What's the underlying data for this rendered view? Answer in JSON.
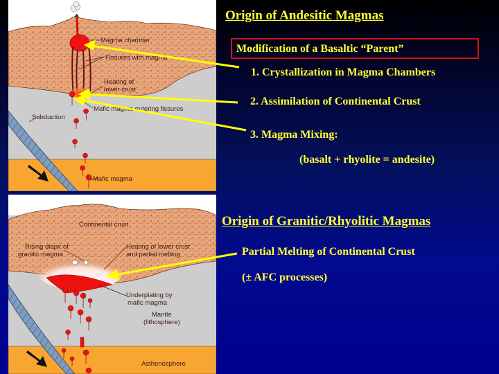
{
  "slide": {
    "background_colors": [
      "#000000",
      "#00008f"
    ],
    "text_color": "#ffff33",
    "box_border_color": "#d0101a"
  },
  "andesitic": {
    "heading": "Origin of Andesitic Magmas",
    "boxed_subtitle": "Modification of a Basaltic “Parent”",
    "items": [
      "1. Crystallization in Magma Chambers",
      "2. Assimilation of Continental Crust",
      "3. Magma Mixing:"
    ],
    "mixing_detail": "(basalt + rhyolite = andesite)"
  },
  "granitic": {
    "heading": "Origin of Granitic/Rhyolitic Magmas",
    "items": [
      "Partial Melting of Continental Crust",
      "(± AFC processes)"
    ]
  },
  "top_diagram": {
    "labels": {
      "magma_chamber": "Magma chamber",
      "fissures": "Fissures with magma",
      "heating_1": "Heating of",
      "heating_2": "lower crust",
      "mafic_entering": "Mafic magma entering fissures",
      "subduction": "Subduction",
      "mafic_magma": "Mafic magma"
    }
  },
  "bottom_diagram": {
    "labels": {
      "continental_crust": "Continental crust",
      "rising_1": "Rising diapir of",
      "rising_2": "granitic magma",
      "heating_1": "Heating of lower crust",
      "heating_2": "and partial melting",
      "underplating_1": "Underplating by",
      "underplating_2": "mafic magma",
      "mantle_1": "Mantle",
      "mantle_2": "(lithosphere)",
      "asthenosphere": "Asthenosphere"
    }
  },
  "colors": {
    "crust": "#e9a57a",
    "mantle": "#cdcdcd",
    "asthenosphere": "#f9a531",
    "magma": "#ee1111",
    "slab": "#7f9cc0",
    "arrow": "#ffff00"
  }
}
